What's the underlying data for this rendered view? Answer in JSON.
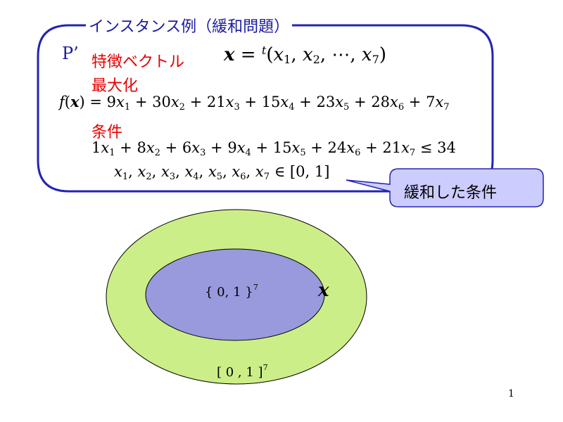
{
  "frame": {
    "title": "インスタンス例（緩和問題）",
    "label": "P’"
  },
  "sections": {
    "vector_heading": "特徴ベクトル",
    "maximize_heading": "最大化",
    "constraint_heading": "条件"
  },
  "callout": {
    "text": "緩和した条件"
  },
  "diagram": {
    "inner_set_label": "{ 0, 1 }",
    "inner_set_exponent": "7",
    "outer_set_label": "[ 0 , 1 ]",
    "outer_set_exponent": "7",
    "point_label": "x",
    "outer_fill": "#ccee88",
    "inner_fill": "#9999dd"
  },
  "colors": {
    "frame_border": "#2424b0",
    "title_color": "#1a1aa0",
    "heading_color": "#e60000",
    "callout_fill": "#ccccff"
  },
  "page_number": "1"
}
